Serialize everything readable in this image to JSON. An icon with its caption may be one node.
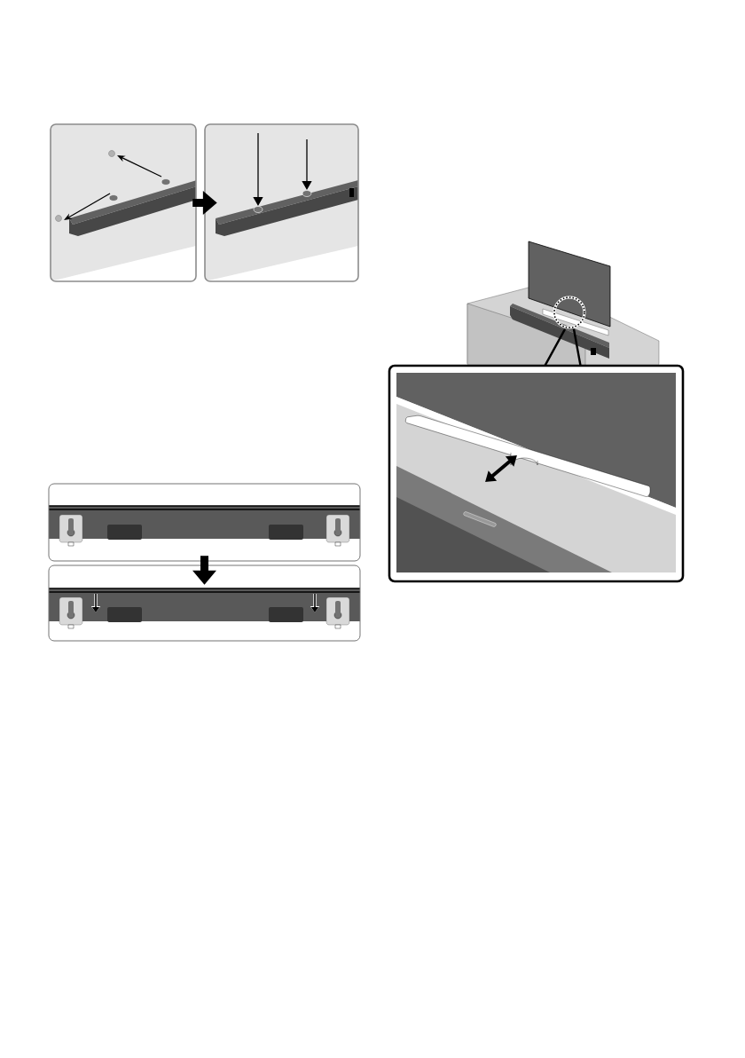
{
  "diagram": {
    "nodes": [
      {
        "text": [],
        "shape": "picture"
      },
      {
        "text": [],
        "shape": "picture"
      },
      {
        "text": [],
        "shape": "picture"
      },
      {
        "text": [],
        "shape": "picture"
      },
      {
        "text": [],
        "shape": "picture"
      },
      {
        "text": [],
        "shape": "circle",
        "in": 4
      },
      {
        "text": [],
        "shape": "picture"
      }
    ],
    "edges": [
      {
        "from": 0,
        "to": 1,
        "arrow": "to"
      },
      {
        "from": 2,
        "to": 3,
        "arrow": "to"
      },
      {
        "from": 5,
        "to": 6,
        "arrow": "none"
      }
    ]
  }
}
